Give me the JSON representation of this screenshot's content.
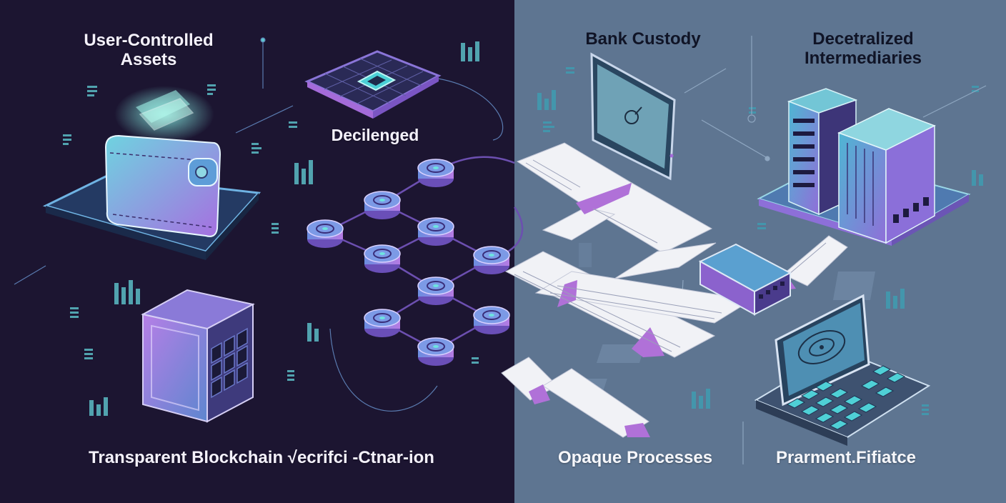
{
  "colors": {
    "left_bg": "#1c1531",
    "right_bg": "#5e7591",
    "accent_cyan": "#5fd6d6",
    "accent_purple": "#b26ee0",
    "text_light": "#f4f1fb",
    "text_dark": "#0f1225"
  },
  "left_panel": {
    "label_user_assets": "User-Controlled\nAssets",
    "label_decentralized": "Decilenged",
    "label_transparent": "Transparent Blockchain √ecrifci -Ctnar-ion"
  },
  "right_panel": {
    "label_bank_custody": "Bank Custody",
    "label_intermediaries": "Decetralized\nIntermediaries",
    "label_opaque": "Opaque Processes",
    "label_payment": "Prarment.Fifiatce"
  },
  "icons": [
    "wallet-icon",
    "chip-grid-icon",
    "vault-safe-icon",
    "node-network-icon",
    "tablet-icon",
    "server-buildings-icon",
    "ledger-paper-icon",
    "switch-box-icon",
    "laptop-icon"
  ]
}
